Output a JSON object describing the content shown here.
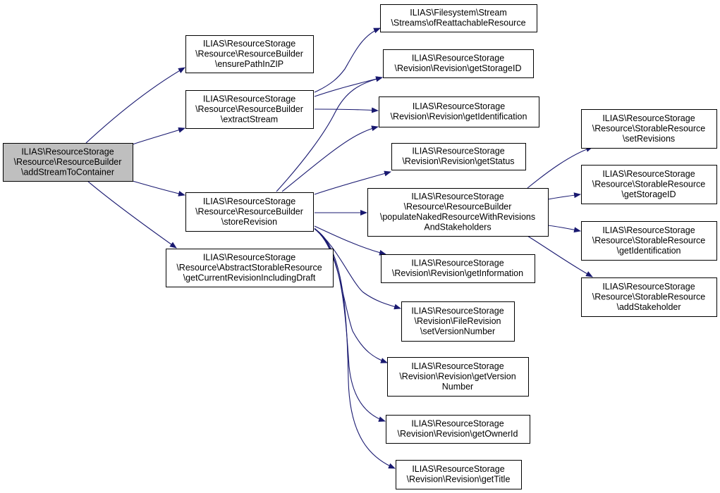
{
  "colors": {
    "edge": "#191970",
    "node_border": "#000000",
    "node_fill": "#ffffff",
    "root_fill": "#bfbfbf"
  },
  "nodes": [
    {
      "id": "root",
      "lines": [
        "ILIAS\\ResourceStorage",
        "\\Resource\\ResourceBuilder",
        "\\addStreamToContainer"
      ],
      "root": true
    },
    {
      "id": "ensurePathInZIP",
      "lines": [
        "ILIAS\\ResourceStorage",
        "\\Resource\\ResourceBuilder",
        "\\ensurePathInZIP"
      ]
    },
    {
      "id": "extractStream",
      "lines": [
        "ILIAS\\ResourceStorage",
        "\\Resource\\ResourceBuilder",
        "\\extractStream"
      ]
    },
    {
      "id": "storeRevision",
      "lines": [
        "ILIAS\\ResourceStorage",
        "\\Resource\\ResourceBuilder",
        "\\storeRevision"
      ]
    },
    {
      "id": "getCurrentRevisionIncludingDraft",
      "lines": [
        "ILIAS\\ResourceStorage",
        "\\Resource\\AbstractStorableResource",
        "\\getCurrentRevisionIncludingDraft"
      ]
    },
    {
      "id": "ofReattachableResource",
      "lines": [
        "ILIAS\\Filesystem\\Stream",
        "\\Streams\\ofReattachableResource"
      ]
    },
    {
      "id": "rev_getStorageID",
      "lines": [
        "ILIAS\\ResourceStorage",
        "\\Revision\\Revision\\getStorageID"
      ]
    },
    {
      "id": "rev_getIdentification",
      "lines": [
        "ILIAS\\ResourceStorage",
        "\\Revision\\Revision\\getIdentification"
      ]
    },
    {
      "id": "rev_getStatus",
      "lines": [
        "ILIAS\\ResourceStorage",
        "\\Revision\\Revision\\getStatus"
      ]
    },
    {
      "id": "populateNaked",
      "lines": [
        "ILIAS\\ResourceStorage",
        "\\Resource\\ResourceBuilder",
        "\\populateNakedResourceWithRevisions",
        "AndStakeholders"
      ]
    },
    {
      "id": "rev_getInformation",
      "lines": [
        "ILIAS\\ResourceStorage",
        "\\Revision\\Revision\\getInformation"
      ]
    },
    {
      "id": "setVersionNumber",
      "lines": [
        "ILIAS\\ResourceStorage",
        "\\Revision\\FileRevision",
        "\\setVersionNumber"
      ]
    },
    {
      "id": "rev_getVersionNumber",
      "lines": [
        "ILIAS\\ResourceStorage",
        "\\Revision\\Revision\\getVersion",
        "Number"
      ]
    },
    {
      "id": "rev_getOwnerId",
      "lines": [
        "ILIAS\\ResourceStorage",
        "\\Revision\\Revision\\getOwnerId"
      ]
    },
    {
      "id": "rev_getTitle",
      "lines": [
        "ILIAS\\ResourceStorage",
        "\\Revision\\Revision\\getTitle"
      ]
    },
    {
      "id": "sr_setRevisions",
      "lines": [
        "ILIAS\\ResourceStorage",
        "\\Resource\\StorableResource",
        "\\setRevisions"
      ]
    },
    {
      "id": "sr_getStorageID",
      "lines": [
        "ILIAS\\ResourceStorage",
        "\\Resource\\StorableResource",
        "\\getStorageID"
      ]
    },
    {
      "id": "sr_getIdentification",
      "lines": [
        "ILIAS\\ResourceStorage",
        "\\Resource\\StorableResource",
        "\\getIdentification"
      ]
    },
    {
      "id": "sr_addStakeholder",
      "lines": [
        "ILIAS\\ResourceStorage",
        "\\Resource\\StorableResource",
        "\\addStakeholder"
      ]
    }
  ],
  "edges": [
    {
      "from": "root",
      "to": "ensurePathInZIP"
    },
    {
      "from": "root",
      "to": "extractStream"
    },
    {
      "from": "root",
      "to": "storeRevision"
    },
    {
      "from": "root",
      "to": "getCurrentRevisionIncludingDraft"
    },
    {
      "from": "extractStream",
      "to": "ofReattachableResource"
    },
    {
      "from": "extractStream",
      "to": "rev_getStorageID"
    },
    {
      "from": "extractStream",
      "to": "rev_getIdentification"
    },
    {
      "from": "storeRevision",
      "to": "rev_getStorageID"
    },
    {
      "from": "storeRevision",
      "to": "rev_getIdentification"
    },
    {
      "from": "storeRevision",
      "to": "rev_getStatus"
    },
    {
      "from": "storeRevision",
      "to": "populateNaked"
    },
    {
      "from": "storeRevision",
      "to": "rev_getInformation"
    },
    {
      "from": "storeRevision",
      "to": "setVersionNumber"
    },
    {
      "from": "storeRevision",
      "to": "rev_getVersionNumber"
    },
    {
      "from": "storeRevision",
      "to": "rev_getOwnerId"
    },
    {
      "from": "storeRevision",
      "to": "rev_getTitle"
    },
    {
      "from": "populateNaked",
      "to": "sr_setRevisions"
    },
    {
      "from": "populateNaked",
      "to": "sr_getStorageID"
    },
    {
      "from": "populateNaked",
      "to": "sr_getIdentification"
    },
    {
      "from": "populateNaked",
      "to": "sr_addStakeholder"
    }
  ]
}
